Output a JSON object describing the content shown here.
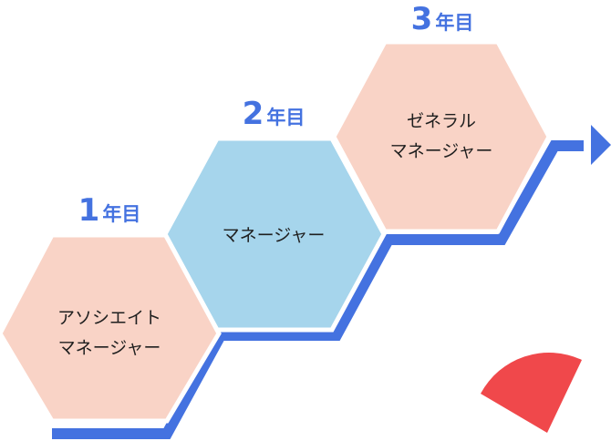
{
  "steps": [
    {
      "year_number": "1",
      "year_suffix": "年目",
      "title_line1": "アソシエイト",
      "title_line2": "マネージャー"
    },
    {
      "year_number": "2",
      "year_suffix": "年目",
      "title_line1": "マネージャー",
      "title_line2": ""
    },
    {
      "year_number": "3",
      "year_suffix": "年目",
      "title_line1": "ゼネラル",
      "title_line2": "マネージャー"
    }
  ],
  "colors": {
    "step_path": "#4472e0",
    "year_label": "#4472e0",
    "hex_peach": "#f9d3c6",
    "hex_blue": "#a6d5ec",
    "accent_red": "#f0484b",
    "text": "#1f1f1f"
  },
  "icons": {
    "arrow": "arrow-right-icon",
    "decoration": "red-quarter-circle"
  }
}
